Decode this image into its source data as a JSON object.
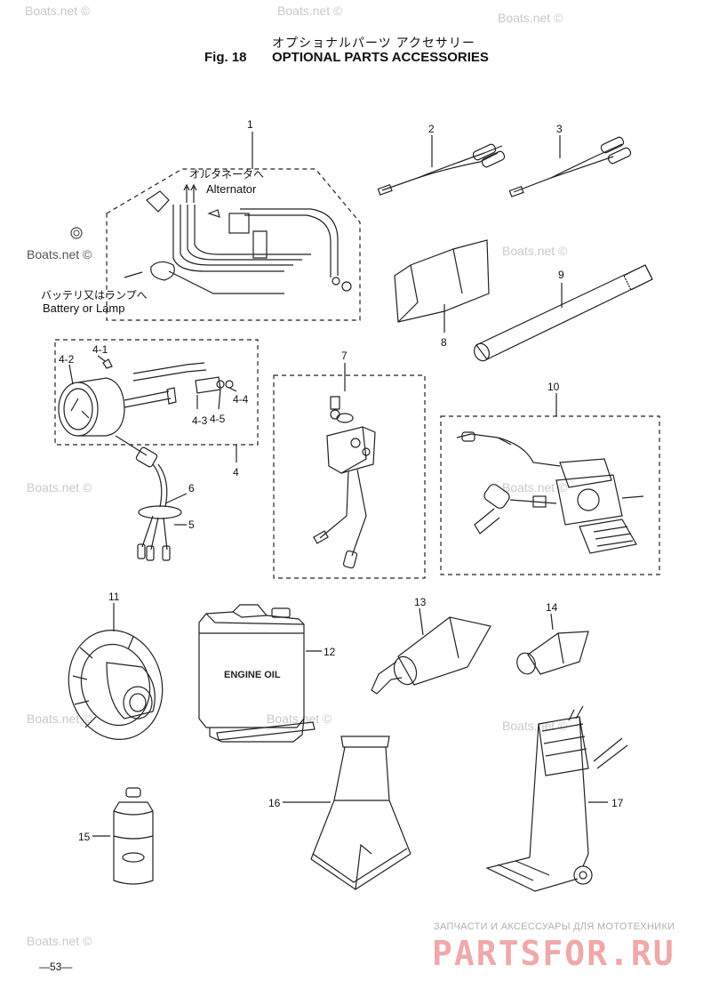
{
  "header": {
    "jp_title": "オプショナルパーツ アクセサリー",
    "fig_no": "Fig. 18",
    "fig_title": "OPTIONAL PARTS ACCESSORIES"
  },
  "callouts": [
    "1",
    "2",
    "3",
    "4",
    "4-1",
    "4-2",
    "4-3",
    "4-4",
    "4-5",
    "5",
    "6",
    "7",
    "8",
    "9",
    "10",
    "11",
    "12",
    "13",
    "14",
    "15",
    "16",
    "17"
  ],
  "notes": {
    "alt_jp": "オルタネータへ",
    "alt_en": "Alternator",
    "bat_jp": "バッテリ又はランプへ",
    "bat_en": "Battery or Lamp"
  },
  "can_label": "ENGINE OIL",
  "watermark": "Boats.net ©",
  "page_number": "—53—",
  "brand": {
    "tagline": "ЗАПЧАСТИ И АКСЕССУАРЫ ДЛЯ МОТОТЕХНИКИ",
    "name": "PARTSFOR.RU"
  }
}
